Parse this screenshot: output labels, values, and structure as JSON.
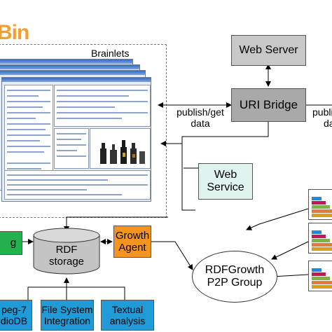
{
  "title": "Bin",
  "brainlets_label": "Brainlets",
  "web_server": "Web Server",
  "uri_bridge": "URI Bridge",
  "publish_get_left": [
    "publish/get",
    "data"
  ],
  "publish_get_right": [
    "publi",
    "da"
  ],
  "web_service": [
    "Web",
    "Service"
  ],
  "rdf_storage": [
    "RDF",
    "storage"
  ],
  "growth_agent": [
    "Growth",
    "Agent"
  ],
  "rdfgrowth": [
    "RDFGrowth",
    "P2P Group"
  ],
  "mpeg7": [
    "peg-7",
    "dioDB"
  ],
  "file_system": [
    "File System",
    "Integration"
  ],
  "textual": [
    "Textual",
    "analysis"
  ],
  "colors": {
    "title": "#f0a030",
    "server_gray": "#c8c8c8",
    "bridge_gray": "#a9a9a9",
    "web_service": "#dff3ef",
    "green": "#22b14c",
    "orange": "#f7941d",
    "blue": "#1f9bd7"
  }
}
